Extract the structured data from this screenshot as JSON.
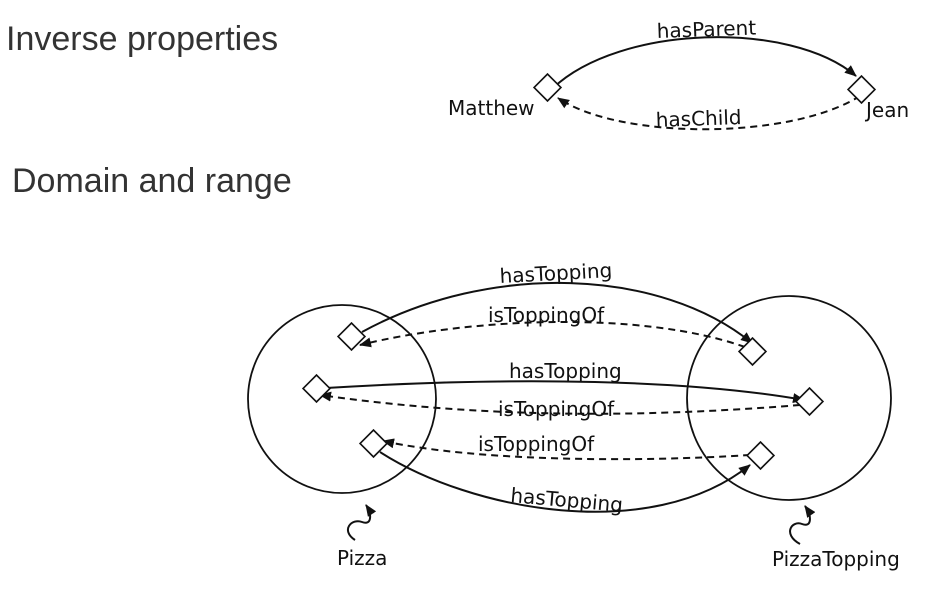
{
  "headings": {
    "inverse": "Inverse properties",
    "domain_range": "Domain and range"
  },
  "inverse_example": {
    "node_left": "Matthew",
    "node_right": "Jean",
    "forward_property": "hasParent",
    "inverse_property": "hasChild"
  },
  "domain_example": {
    "domain_class": "Pizza",
    "range_class": "PizzaTopping",
    "property": "hasTopping",
    "inverse_property": "isToppingOf"
  }
}
